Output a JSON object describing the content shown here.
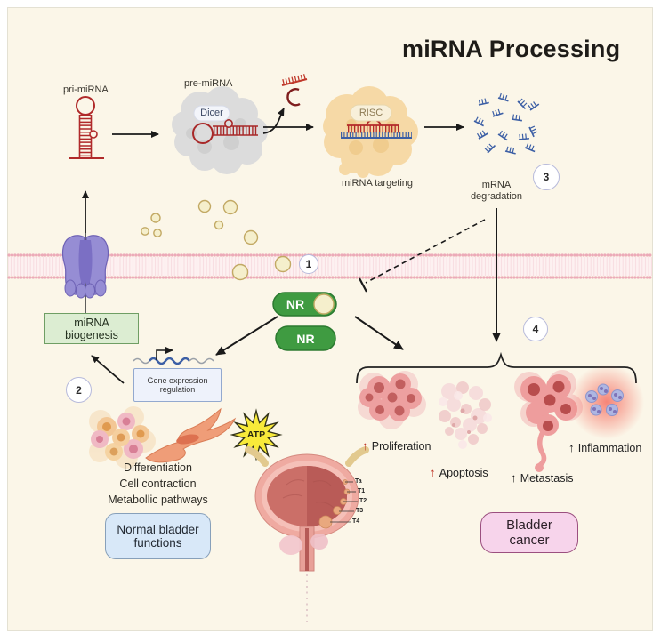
{
  "title": "miRNA Processing",
  "pathway": {
    "pri_mirna": "pri-miRNA",
    "pre_mirna": "pre-miRNA",
    "dicer": "Dicer",
    "risc": "RISC",
    "mirna_targeting": "miRNA targeting",
    "mrna_degradation_line1": "mRNA",
    "mrna_degradation_line2": "degradation"
  },
  "steps": {
    "s1": "1",
    "s2": "2",
    "s3": "3",
    "s4": "4"
  },
  "receptor": {
    "nr": "NR"
  },
  "boxes": {
    "mirna_biogenesis_line1": "miRNA",
    "mirna_biogenesis_line2": "biogenesis",
    "gene_expression_line1": "Gene expression",
    "gene_expression_line2": "regulation",
    "normal_bladder_line1": "Normal bladder",
    "normal_bladder_line2": "functions",
    "bladder_cancer_line1": "Bladder",
    "bladder_cancer_line2": "cancer"
  },
  "normal_functions": {
    "lines": [
      "Differentiation",
      "Cell contraction",
      "Metabollic pathways"
    ],
    "atp": "ATP"
  },
  "cancer_effects": [
    {
      "arrow": "↑",
      "label": "Proliferation",
      "arrow_color": "#c0392b"
    },
    {
      "arrow": "↑",
      "label": "Apoptosis",
      "arrow_color": "#c0392b"
    },
    {
      "arrow": "↑",
      "label": "Metastasis",
      "arrow_color": "#1a1a1a"
    },
    {
      "arrow": "↑",
      "label": "Inflammation",
      "arrow_color": "#1a1a1a"
    }
  ],
  "bladder_stages": [
    "Ta",
    "T1",
    "T2",
    "T3",
    "T4"
  ],
  "colors": {
    "background": "#fbf6e8",
    "rna_red": "#b32929",
    "mrna_blue": "#3c5fa5",
    "membrane_pink": "#ecaab8",
    "nr_green": "#3f9b41",
    "receptor_purple": "#968dd4",
    "normal_box_blue": "#d8e8f8",
    "cancer_box_pink": "#f7d4eb"
  }
}
